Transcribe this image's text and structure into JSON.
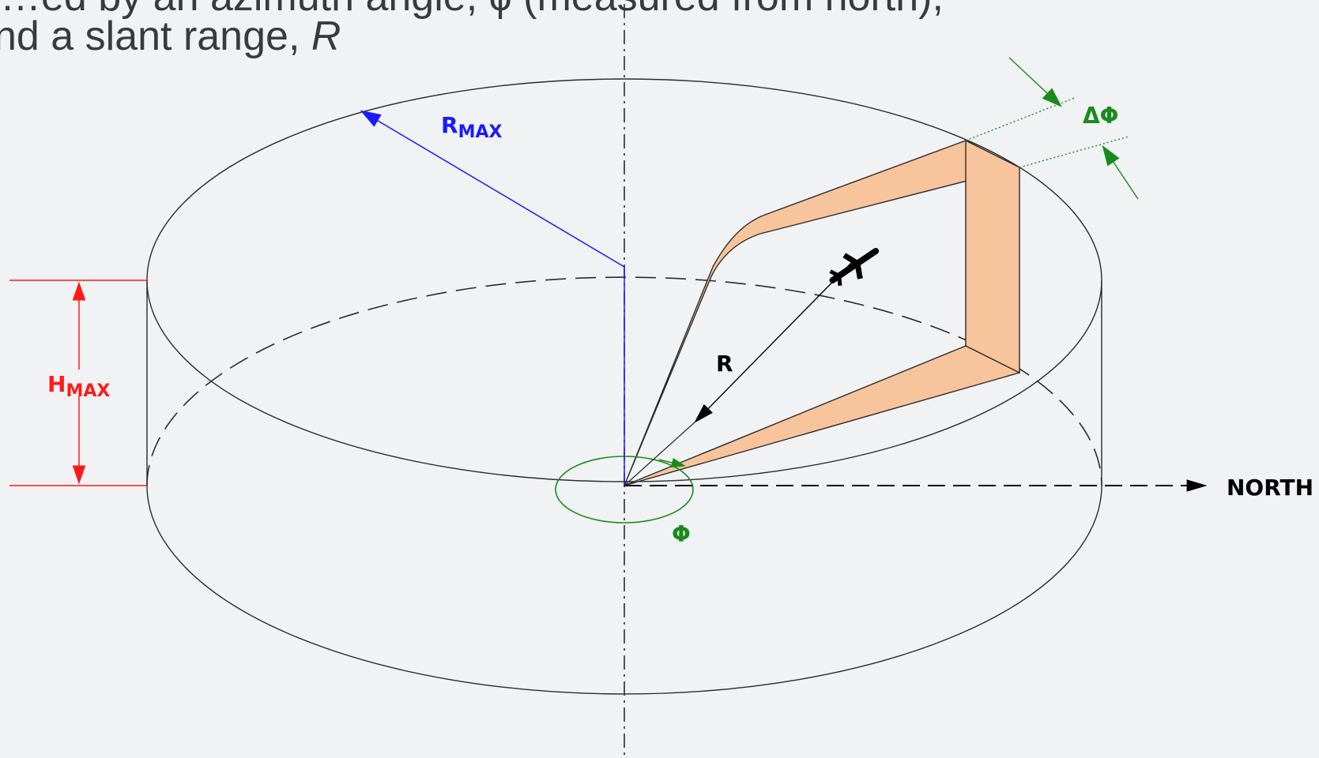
{
  "caption": {
    "line1": "…ed by an azimuth angle, ϕ (measured from north),",
    "line2_prefix": "nd a slant range,",
    "line2_var": "R"
  },
  "labels": {
    "rmax_main": "R",
    "rmax_sub": "MAX",
    "hmax_main": "H",
    "hmax_sub": "MAX",
    "delta_phi": "ΔΦ",
    "r": "R",
    "phi": "Φ",
    "north": "NORTH"
  },
  "colors": {
    "background": "#f0f2f4",
    "outline": "#2b2b2b",
    "rmax": "#1a1aff",
    "hmax": "#ff1a1a",
    "angle": "#1a8a1a",
    "beam_fill": "#f7c49c",
    "text": "#3a3a3a"
  },
  "icons": {
    "aircraft": "aircraft-icon"
  }
}
